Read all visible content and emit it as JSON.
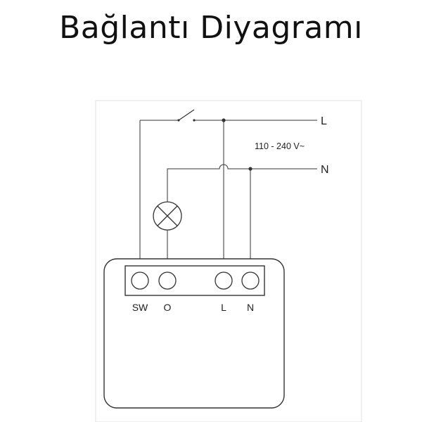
{
  "title": "Bağlantı Diyagramı",
  "lines": {
    "live": "L",
    "neutral": "N"
  },
  "voltage": "110 - 240 V~",
  "terminals": [
    "SW",
    "O",
    "L",
    "N"
  ]
}
